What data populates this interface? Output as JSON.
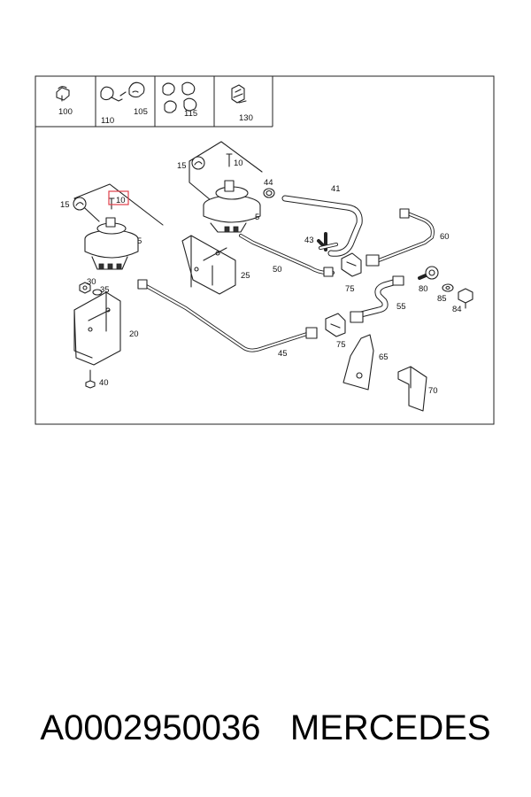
{
  "caption": {
    "part_number": "A0002950036",
    "brand": "MERCEDES"
  },
  "header_labels": [
    "100",
    "110",
    "105",
    "115",
    "130"
  ],
  "callouts": {
    "c15a": "15",
    "c10a": "10",
    "c15b": "15",
    "c10b": "10",
    "c5a": "5",
    "c5b": "5",
    "c44": "44",
    "c41": "41",
    "c43": "43",
    "c50": "50",
    "c25": "25",
    "c60": "60",
    "c30": "30",
    "c35": "35",
    "c20": "20",
    "c40": "40",
    "c45": "45",
    "c75a": "75",
    "c75b": "75",
    "c55": "55",
    "c80": "80",
    "c85": "85",
    "c84": "84",
    "c65": "65",
    "c70": "70"
  },
  "highlight_color": "#e0404a"
}
